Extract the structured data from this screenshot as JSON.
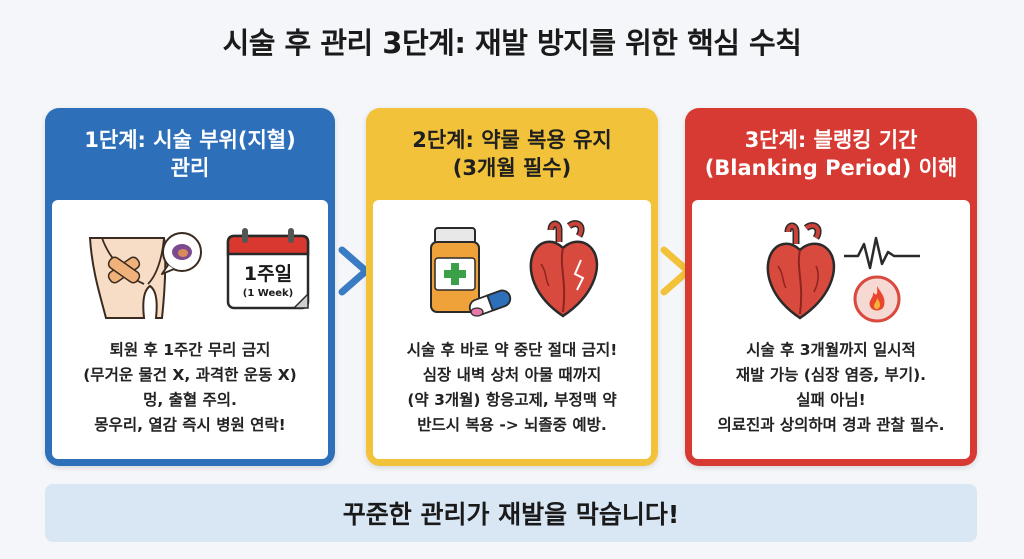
{
  "title": "시술 후 관리 3단계: 재발 방지를 위한 핵심 수칙",
  "steps": [
    {
      "header_line1": "1단계: 시술 부위(지혈)",
      "header_line2": "관리",
      "calendar_main": "1주일",
      "calendar_sub": "(1 Week)",
      "lines": [
        "퇴원 후 1주간 무리 금지",
        "(무거운 물건 X, 과격한 운동 X)",
        "멍, 출혈 주의.",
        "몽우리, 열감 즉시 병원 연락!"
      ],
      "color": "#2e6fba",
      "icons": [
        "groin-bandage-icon",
        "calendar-icon"
      ]
    },
    {
      "header_line1": "2단계: 약물 복용 유지",
      "header_line2": "(3개월 필수)",
      "lines": [
        "시술 후 바로 약 중단 절대 금지!",
        "심장 내벽 상처 아물 때까지",
        "(약 3개월) 항응고제, 부정맥 약",
        "반드시 복용 -> 뇌졸중 예방."
      ],
      "color": "#f2c33a",
      "icons": [
        "medicine-bottle-icon",
        "pill-icon",
        "heart-icon"
      ]
    },
    {
      "header_line1": "3단계: 블랭킹 기간",
      "header_line2": "(Blanking Period) 이해",
      "lines": [
        "시술 후 3개월까지 일시적",
        "재발 가능 (심장 염증, 부기).",
        "실패 아님!",
        "의료진과 상의하며 경과 관찰 필수."
      ],
      "color": "#d63a33",
      "icons": [
        "heart-icon",
        "ecg-line-icon",
        "inflammation-fire-icon"
      ]
    }
  ],
  "banner": "꾸준한 관리가 재발을 막습니다!"
}
